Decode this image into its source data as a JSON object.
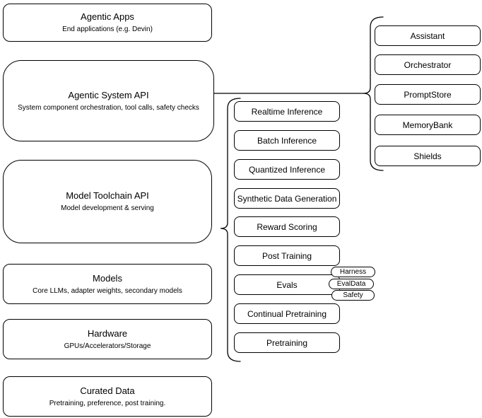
{
  "diagram": {
    "left_stack": [
      {
        "title": "Agentic Apps",
        "subtitle": "End applications (e.g. Devin)"
      },
      {
        "title": "Agentic System API",
        "subtitle": "System component orchestration, tool calls, safety checks"
      },
      {
        "title": "Model Toolchain API",
        "subtitle": "Model development & serving"
      },
      {
        "title": "Models",
        "subtitle": "Core LLMs, adapter weights, secondary models"
      },
      {
        "title": "Hardware",
        "subtitle": "GPUs/Accelerators/Storage"
      },
      {
        "title": "Curated Data",
        "subtitle": "Pretraining, preference, post training."
      }
    ],
    "toolchain_group": {
      "items": [
        "Realtime Inference",
        "Batch Inference",
        "Quantized Inference",
        "Synthetic Data Generation",
        "Reward Scoring",
        "Post Training",
        "Evals",
        "Continual Pretraining",
        "Pretraining"
      ],
      "evals_tags": [
        "Harness",
        "EvalData",
        "Safety"
      ]
    },
    "system_group": {
      "items": [
        "Assistant",
        "Orchestrator",
        "PromptStore",
        "MemoryBank",
        "Shields"
      ]
    },
    "colors": {
      "stroke": "#000000",
      "fill": "#ffffff",
      "text": "#000000"
    }
  }
}
